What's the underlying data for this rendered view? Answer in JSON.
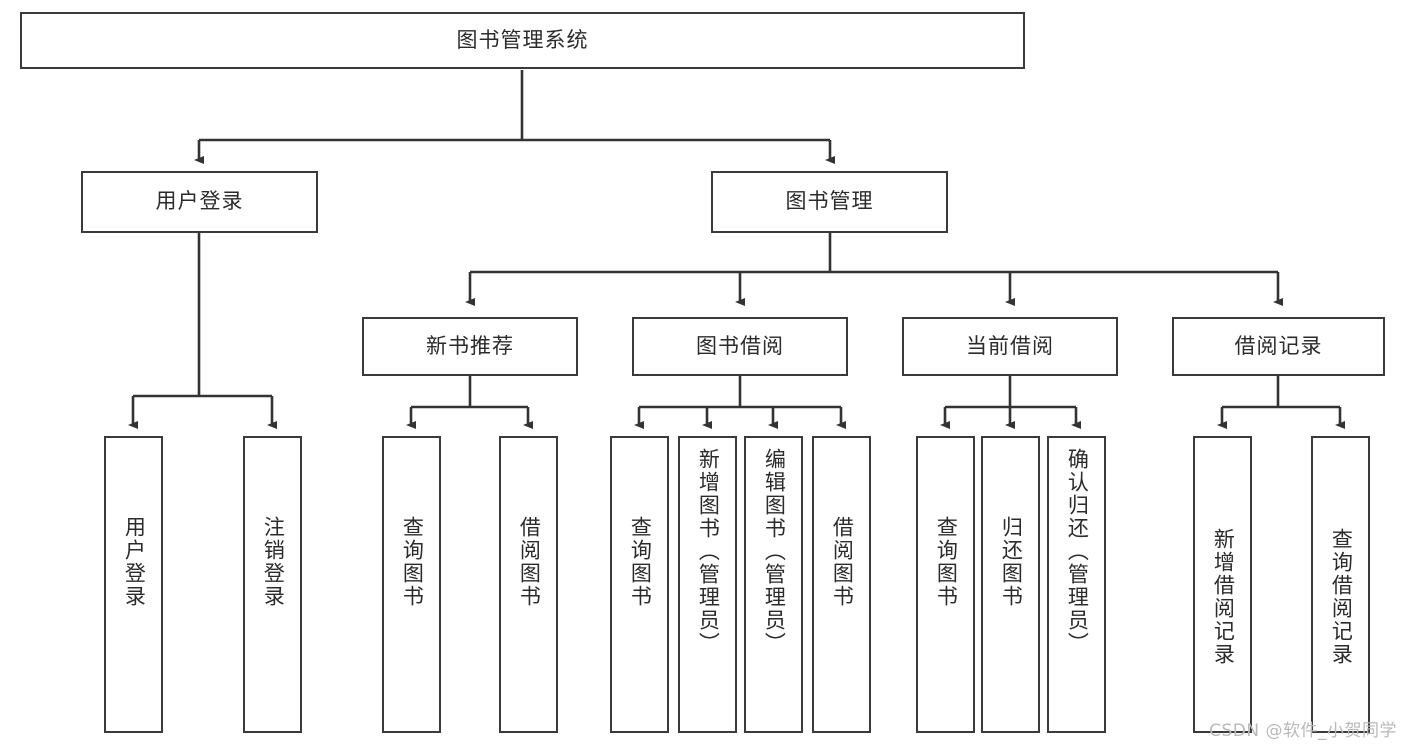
{
  "diagram": {
    "title": "图书管理系统",
    "type": "hierarchy-tree",
    "orientation": "top-down",
    "colors": {
      "box_border": "#3a3a3a",
      "box_fill": "#ffffff",
      "connector": "#333333",
      "text": "#2b2b2b",
      "watermark": "#b9b9b9"
    },
    "levels": 4,
    "nodes": {
      "root": {
        "label": "图书管理系统",
        "level": 1,
        "text_direction": "horizontal"
      },
      "level2": [
        {
          "id": "user-login",
          "label": "用户登录",
          "text_direction": "horizontal"
        },
        {
          "id": "book-manage",
          "label": "图书管理",
          "text_direction": "horizontal"
        }
      ],
      "level3": [
        {
          "id": "new-book-rec",
          "label": "新书推荐",
          "parent": "book-manage",
          "text_direction": "horizontal"
        },
        {
          "id": "book-borrow",
          "label": "图书借阅",
          "parent": "book-manage",
          "text_direction": "horizontal"
        },
        {
          "id": "current-borrow",
          "label": "当前借阅",
          "parent": "book-manage",
          "text_direction": "horizontal"
        },
        {
          "id": "borrow-record",
          "label": "借阅记录",
          "parent": "book-manage",
          "text_direction": "horizontal"
        }
      ],
      "leaves": [
        {
          "id": "leaf-user-login",
          "label": "用户登录",
          "parent": "user-login",
          "text_direction": "vertical"
        },
        {
          "id": "leaf-user-logout",
          "label": "注销登录",
          "parent": "user-login",
          "text_direction": "vertical"
        },
        {
          "id": "leaf-query-book-1",
          "label": "查询图书",
          "parent": "new-book-rec",
          "text_direction": "vertical"
        },
        {
          "id": "leaf-borrow-book-1",
          "label": "借阅图书",
          "parent": "new-book-rec",
          "text_direction": "vertical"
        },
        {
          "id": "leaf-query-book-2",
          "label": "查询图书",
          "parent": "book-borrow",
          "text_direction": "vertical"
        },
        {
          "id": "leaf-add-book",
          "label": "新增图书（管理员）",
          "parent": "book-borrow",
          "text_direction": "vertical"
        },
        {
          "id": "leaf-edit-book",
          "label": "编辑图书（管理员）",
          "parent": "book-borrow",
          "text_direction": "vertical"
        },
        {
          "id": "leaf-borrow-book-2",
          "label": "借阅图书",
          "parent": "book-borrow",
          "text_direction": "vertical"
        },
        {
          "id": "leaf-query-book-3",
          "label": "查询图书",
          "parent": "current-borrow",
          "text_direction": "vertical"
        },
        {
          "id": "leaf-return-book",
          "label": "归还图书",
          "parent": "current-borrow",
          "text_direction": "vertical"
        },
        {
          "id": "leaf-confirm-return",
          "label": "确认归还（管理员）",
          "parent": "current-borrow",
          "text_direction": "vertical"
        },
        {
          "id": "leaf-add-record",
          "label": "新增借阅记录",
          "parent": "borrow-record",
          "text_direction": "vertical"
        },
        {
          "id": "leaf-query-record",
          "label": "查询借阅记录",
          "parent": "borrow-record",
          "text_direction": "vertical"
        }
      ]
    }
  },
  "watermark": {
    "text": "CSDN @软件_小贺同学"
  }
}
